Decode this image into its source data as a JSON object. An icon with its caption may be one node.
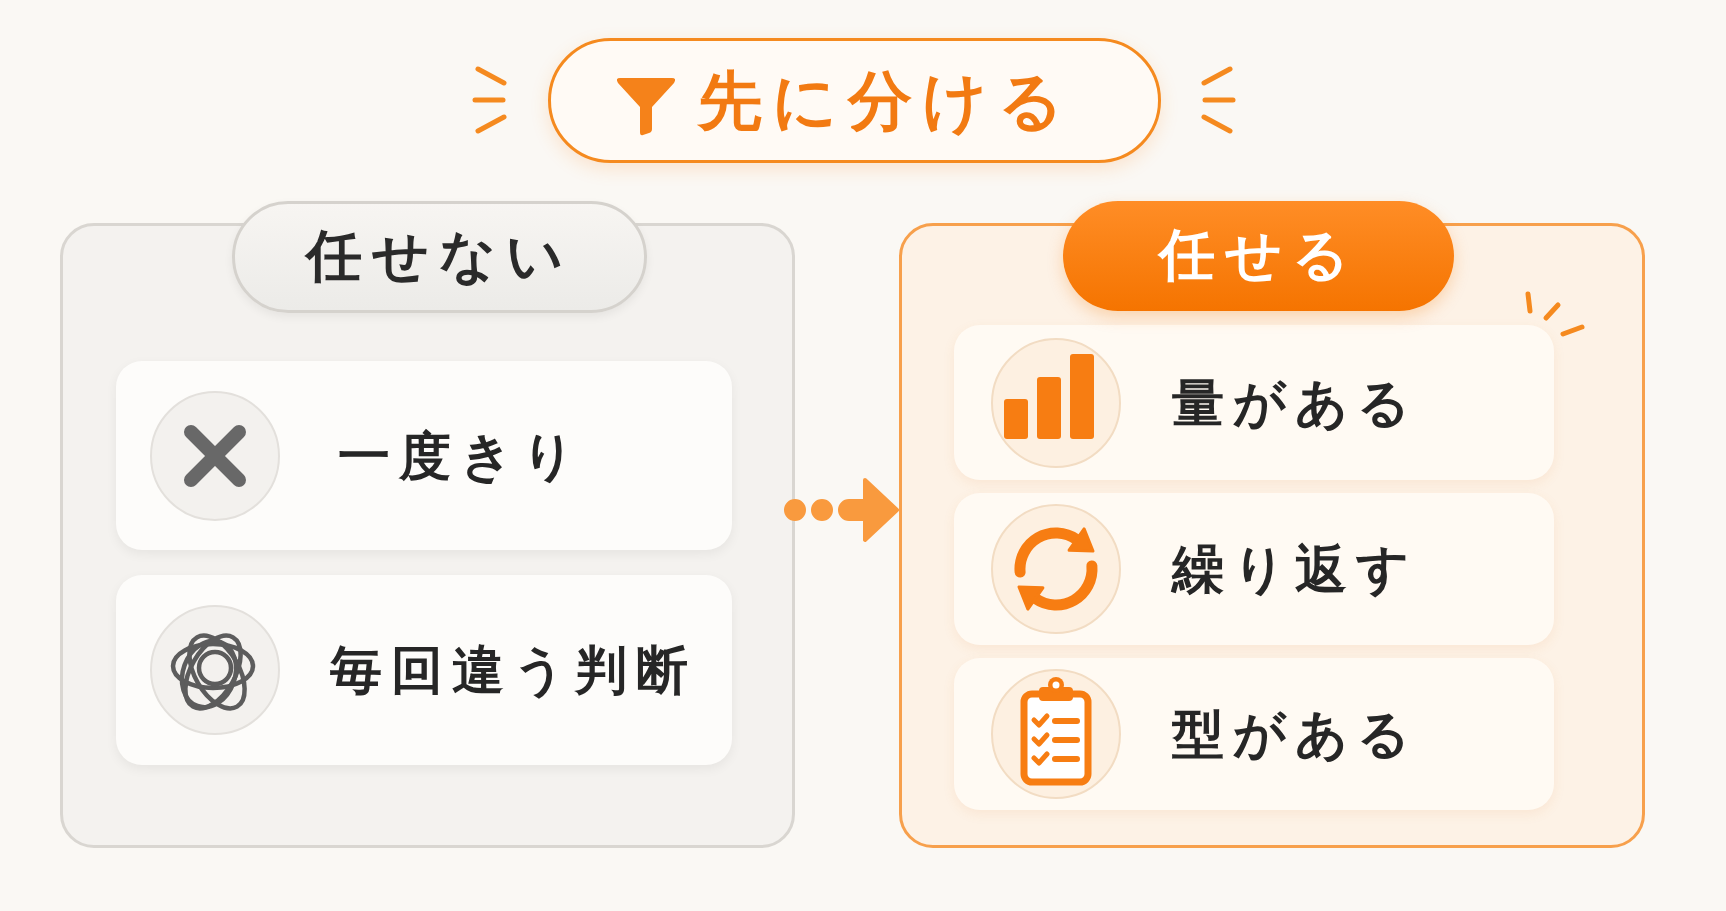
{
  "diagram": {
    "title": "先に分ける",
    "nodes": [
      {
        "text": [
          "任せない"
        ]
      },
      {
        "text": [
          "一度きり"
        ],
        "in": 0
      },
      {
        "text": [
          "毎回違う判断"
        ],
        "in": 0
      },
      {
        "text": [
          "任せる"
        ]
      },
      {
        "text": [
          "量がある"
        ],
        "in": 3
      },
      {
        "text": [
          "繰り返す"
        ],
        "in": 3
      },
      {
        "text": [
          "型がある"
        ],
        "in": 3
      }
    ],
    "edges": [
      {
        "from": 0,
        "to": 3,
        "arrow": "to",
        "style": "dashed"
      }
    ]
  }
}
